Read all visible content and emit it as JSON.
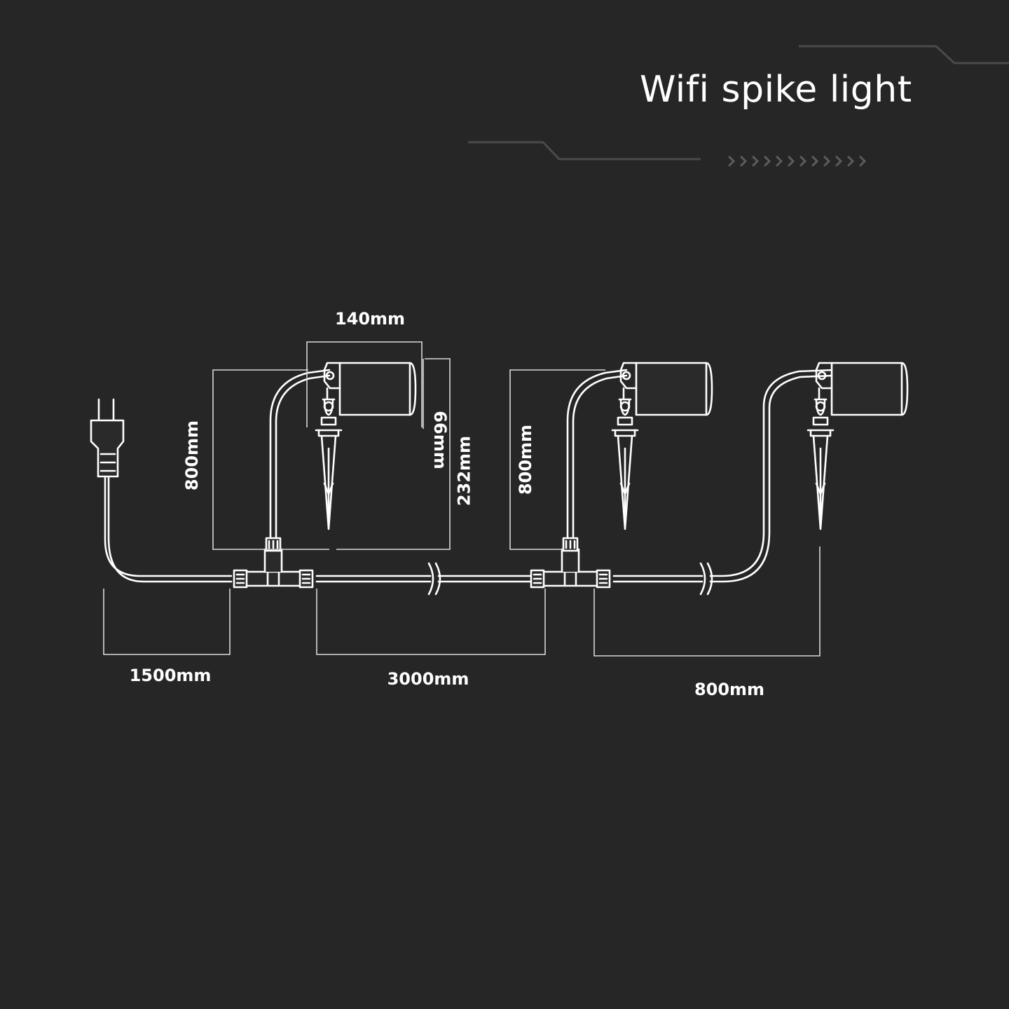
{
  "title": "Wifi spike light",
  "dimensions": {
    "light_width": "140mm",
    "lead_height_1": "800mm",
    "head_height": "66mm",
    "total_height": "232mm",
    "lead_height_2": "800mm",
    "plug_cable": "1500mm",
    "between_connectors": "3000mm",
    "last_lead": "800mm"
  },
  "colors": {
    "background": "#262626",
    "line": "#ffffff",
    "dimension_line": "#d8d8d8",
    "decor": "#4a4a4a"
  },
  "icons": [
    "plug-icon",
    "t-connector-icon",
    "spike-light-icon",
    "cable-break-icon"
  ]
}
